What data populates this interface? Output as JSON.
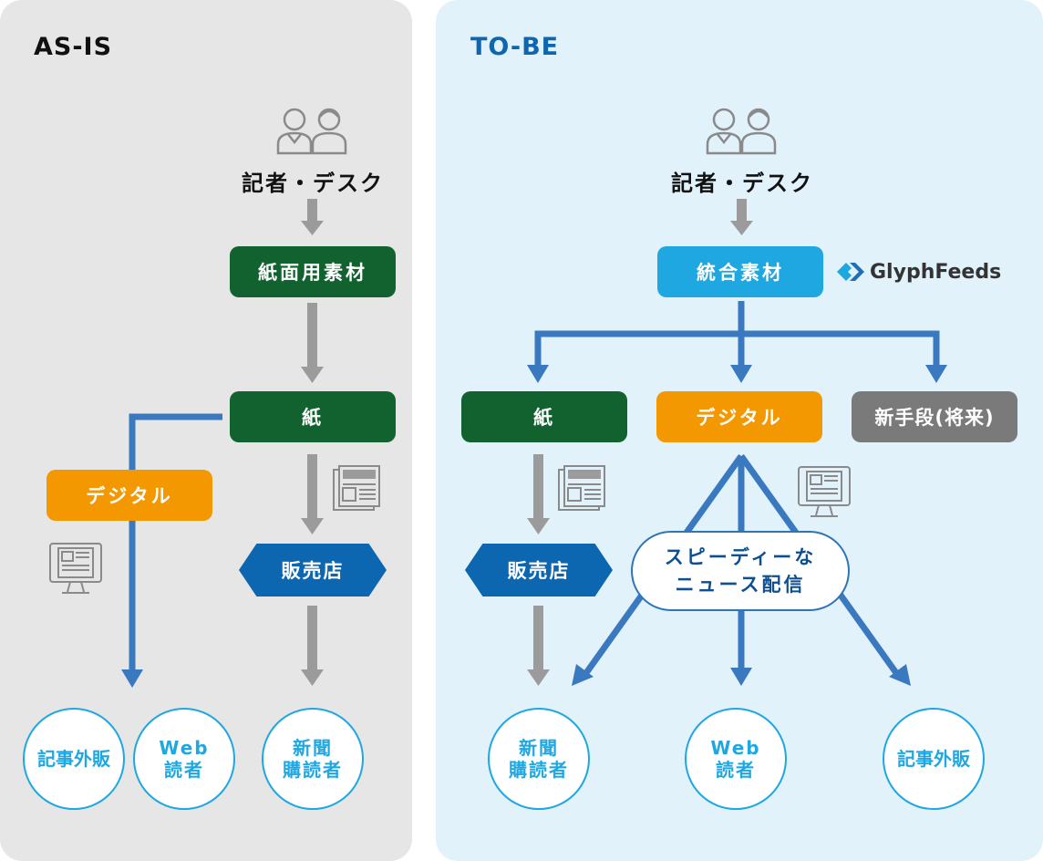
{
  "asis": {
    "title": "AS-IS",
    "actor_label": "記者・デスク",
    "material_label": "紙面用素材",
    "paper_label": "紙",
    "digital_label": "デジタル",
    "store_label": "販売店",
    "outputs": {
      "article_sales": "記事外販",
      "web_line1": "Web",
      "web_line2": "読者",
      "sub_line1": "新聞",
      "sub_line2": "購読者"
    }
  },
  "tobe": {
    "title": "TO-BE",
    "actor_label": "記者・デスク",
    "material_label": "統合素材",
    "logo_text": "GlyphFeeds",
    "paper_label": "紙",
    "digital_label": "デジタル",
    "new_means_label": "新手段(将来)",
    "store_label": "販売店",
    "bubble_line1": "スピーディーな",
    "bubble_line2": "ニュース配信",
    "outputs": {
      "sub_line1": "新聞",
      "sub_line2": "購読者",
      "web_line1": "Web",
      "web_line2": "読者",
      "article_sales": "記事外販"
    }
  },
  "colors": {
    "green": "#12622f",
    "orange": "#f39800",
    "sky": "#1ea7e1",
    "navy": "#0d66b0",
    "arrow_blue": "#3a78c0",
    "arrow_grey": "#9b9b9b"
  },
  "icons": [
    "people-icon",
    "newspaper-icon",
    "computer-icon",
    "glyphfeeds-logo-icon"
  ]
}
